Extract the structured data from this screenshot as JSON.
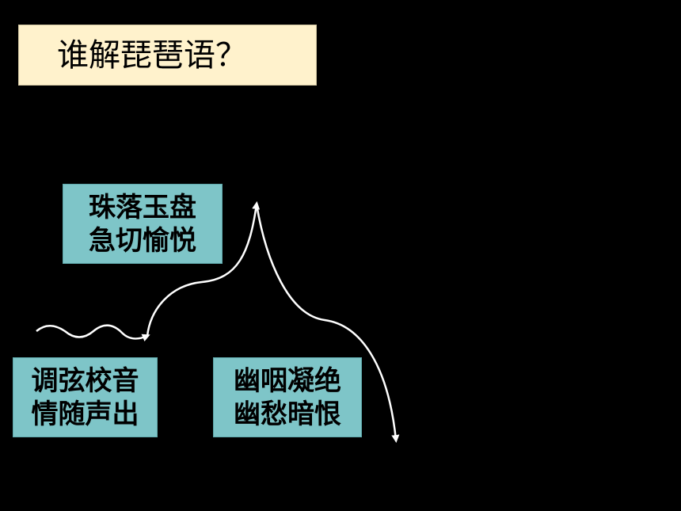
{
  "title": "谁解琵琶语？",
  "stages": {
    "rise": {
      "line1": "珠落玉盘",
      "line2": "急切愉悦"
    },
    "start": {
      "line1": "调弦校音",
      "line2": "情随声出"
    },
    "fall": {
      "line1": "幽咽凝绝",
      "line2": "幽愁暗恨"
    }
  },
  "colors": {
    "background": "#000000",
    "title_fill": "#FFF2CC",
    "box_fill": "#7EC5C8",
    "curve": "#FFFFFF"
  }
}
